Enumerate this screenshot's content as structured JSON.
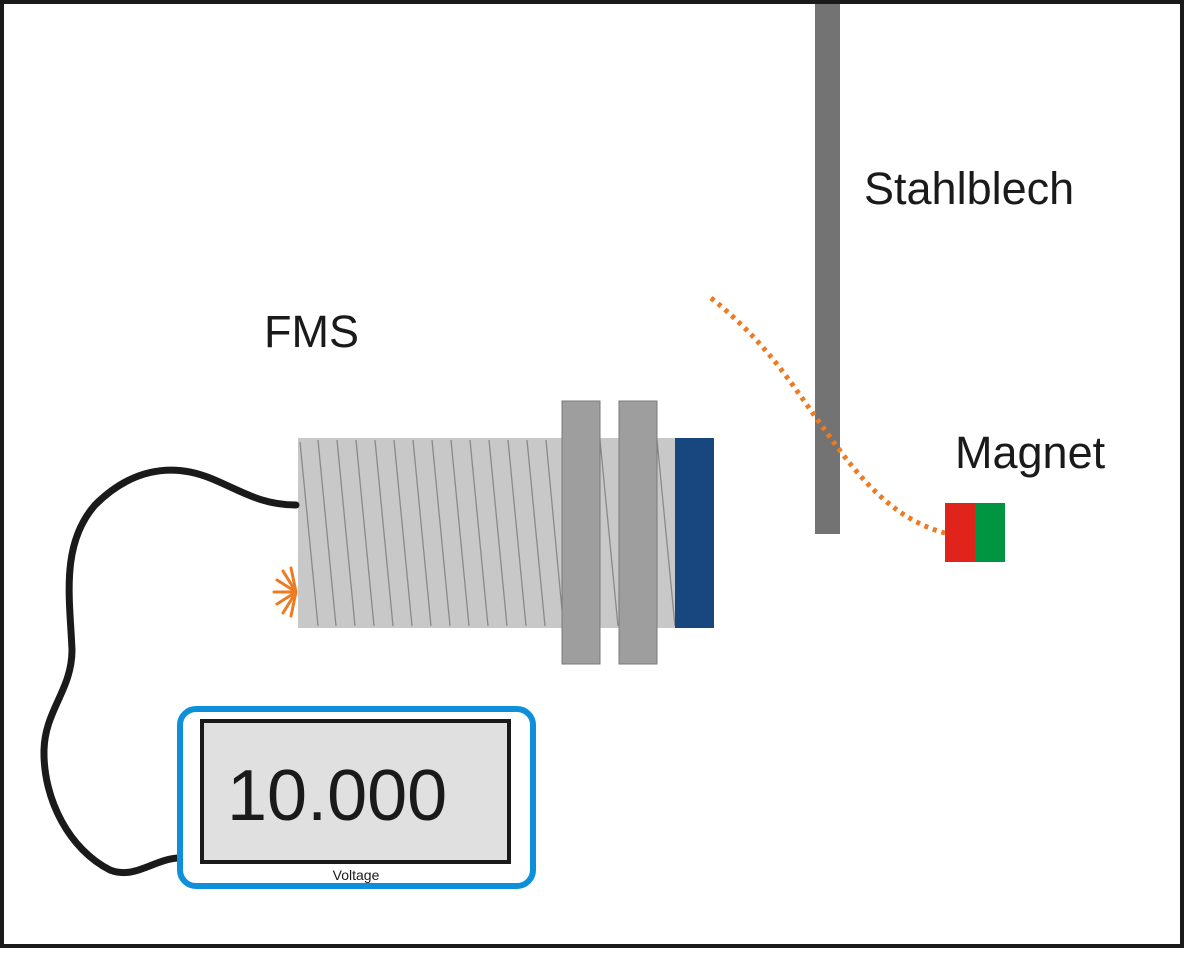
{
  "labels": {
    "sensor": "FMS",
    "sheet": "Stahlblech",
    "magnet": "Magnet"
  },
  "display": {
    "reading": "10.000",
    "caption": "Voltage"
  },
  "colors": {
    "frame": "#1a1a1a",
    "sheet": "#737373",
    "sensor_body": "#c8c8c8",
    "sensor_nut": "#9e9e9e",
    "sensor_tip": "#17477e",
    "field_line": "#ee7a22",
    "magnet_north": "#e0231b",
    "magnet_south": "#009540",
    "meter_border": "#0e8fd9",
    "meter_screen": "#e0e0e0",
    "cable": "#1a1a1a",
    "text": "#1a1a1a"
  }
}
